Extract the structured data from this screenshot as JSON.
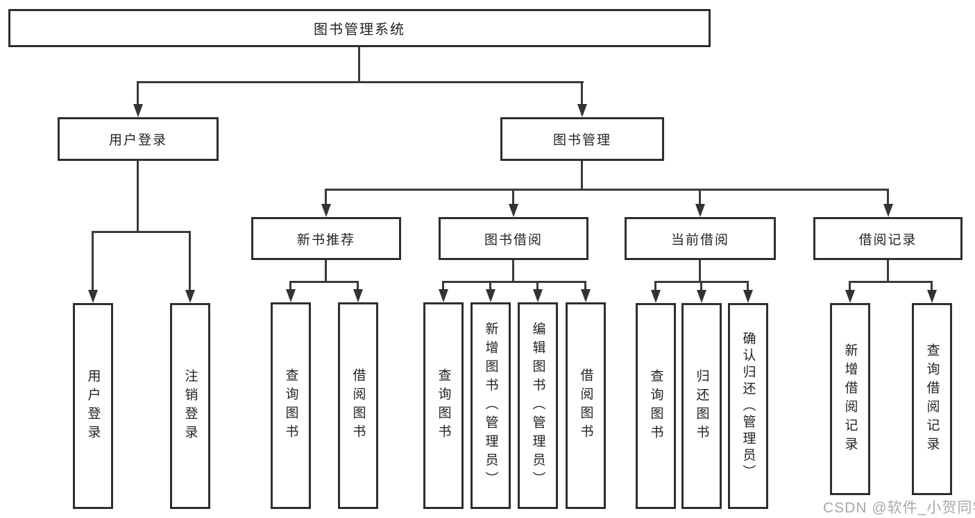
{
  "tree": {
    "root": "图书管理系统",
    "user_login": {
      "label": "用户登录",
      "children": [
        "用户登录",
        "注销登录"
      ]
    },
    "book_mgmt": {
      "label": "图书管理"
    },
    "new_book_rec": {
      "label": "新书推荐",
      "children": [
        "查询图书",
        "借阅图书"
      ]
    },
    "book_borrowing": {
      "label": "图书借阅",
      "children": [
        "查询图书",
        "新增图书（管理员）",
        "编辑图书（管理员）",
        "借阅图书"
      ]
    },
    "current_borrowing": {
      "label": "当前借阅",
      "children": [
        "查询图书",
        "归还图书",
        "确认归还（管理员）"
      ]
    },
    "borrowing_records": {
      "label": "借阅记录",
      "children": [
        "新增借阅记录",
        "查询借阅记录"
      ]
    }
  },
  "watermark": {
    "text": "CSDN @软件_小贺同学"
  },
  "colors": {
    "line": "#3a3a3a",
    "border": "#2e2e2e",
    "text": "#232323",
    "watermark": "#a8a8a8",
    "background": "#ffffff"
  }
}
